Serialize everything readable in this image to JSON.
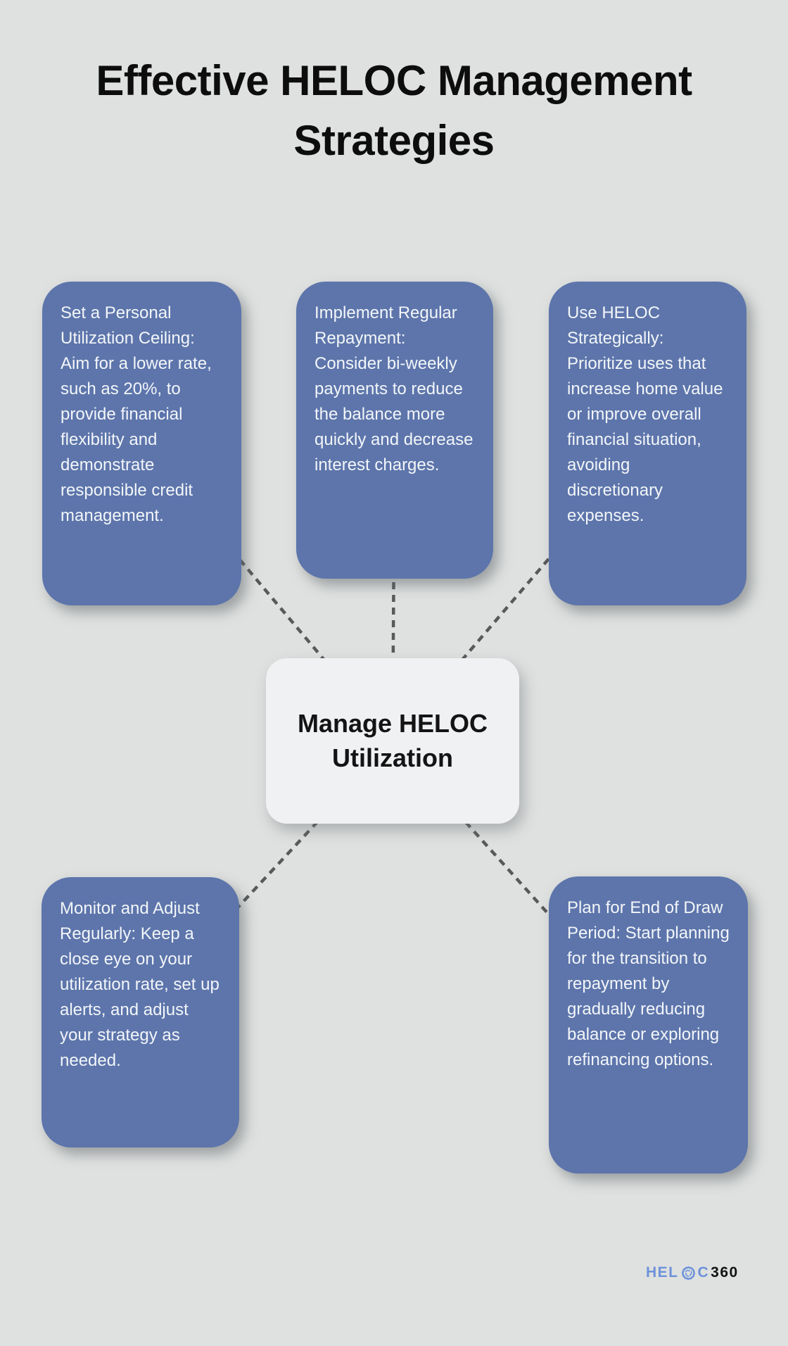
{
  "page": {
    "title": "Effective HELOC Management Strategies",
    "background_color": "#dfe1e0"
  },
  "center_node": {
    "label": "Manage HELOC Utilization",
    "background_color": "#f0f1f3",
    "text_color": "#141414"
  },
  "strategy_boxes": [
    {
      "position": "top-left",
      "text": "Set a Personal Utilization Ceiling: Aim for a lower rate, such as 20%, to provide financial flexibility and demonstrate responsible credit management."
    },
    {
      "position": "top-center",
      "text": "Implement Regular Repayment: Consider bi-weekly payments to reduce the balance more quickly and decrease interest charges."
    },
    {
      "position": "top-right",
      "text": "Use HELOC Strategically: Prioritize uses that increase home value or improve overall financial situation, avoiding discretionary expenses."
    },
    {
      "position": "bottom-left",
      "text": "Monitor and Adjust Regularly: Keep a close eye on your utilization rate, set up alerts, and adjust your strategy as needed."
    },
    {
      "position": "bottom-right",
      "text": "Plan for End of Draw Period: Start planning for the transition to repayment by gradually reducing balance or exploring refinancing options."
    }
  ],
  "style": {
    "strategy_box_color": "#5d75ab",
    "strategy_text_color": "#f3f6f9",
    "connector_color": "#595959",
    "center_box_color": "#f0f1f3"
  },
  "logo": {
    "text": "HELOC360",
    "prefix": "HEL",
    "suffix": "C",
    "number": "360",
    "blue_color": "#6d92d9",
    "dark_color": "#121212"
  }
}
